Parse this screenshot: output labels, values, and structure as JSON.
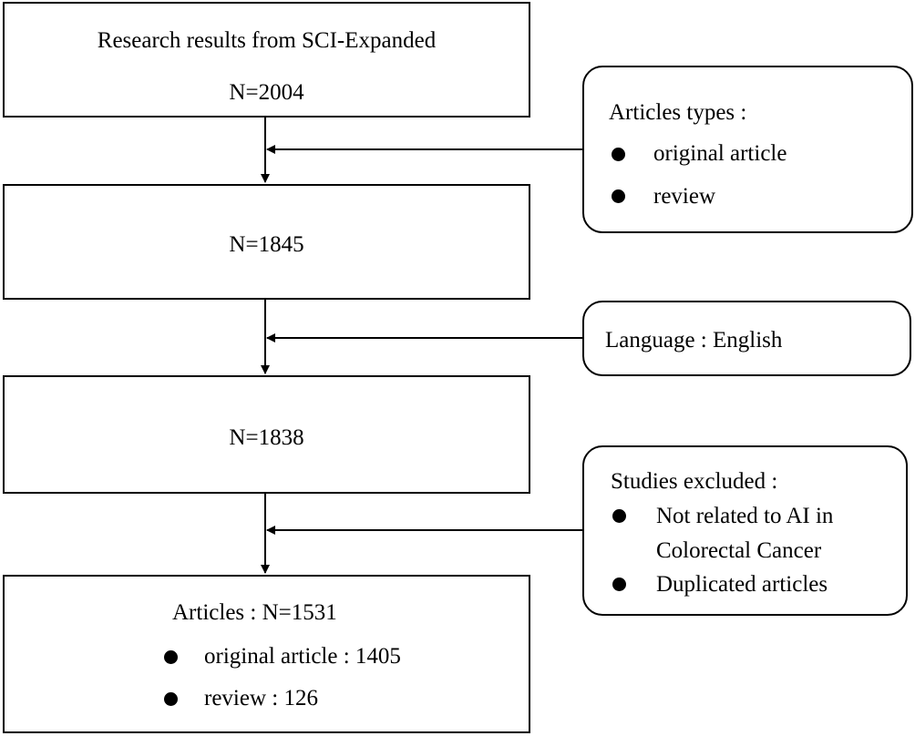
{
  "stages": [
    {
      "title": "Research results from SCI-Expanded",
      "count": "N=2004"
    },
    {
      "count": "N=1845"
    },
    {
      "count": "N=1838"
    },
    {
      "title": "Articles : N=1531",
      "items": [
        "original article : 1405",
        "review : 126"
      ]
    }
  ],
  "filters": [
    {
      "title": "Articles types :",
      "items": [
        "original article",
        "review"
      ]
    },
    {
      "title": "Language : English"
    },
    {
      "title": "Studies excluded :",
      "items": [
        "Not related to AI in",
        "Colorectal Cancer",
        "Duplicated articles"
      ]
    }
  ]
}
